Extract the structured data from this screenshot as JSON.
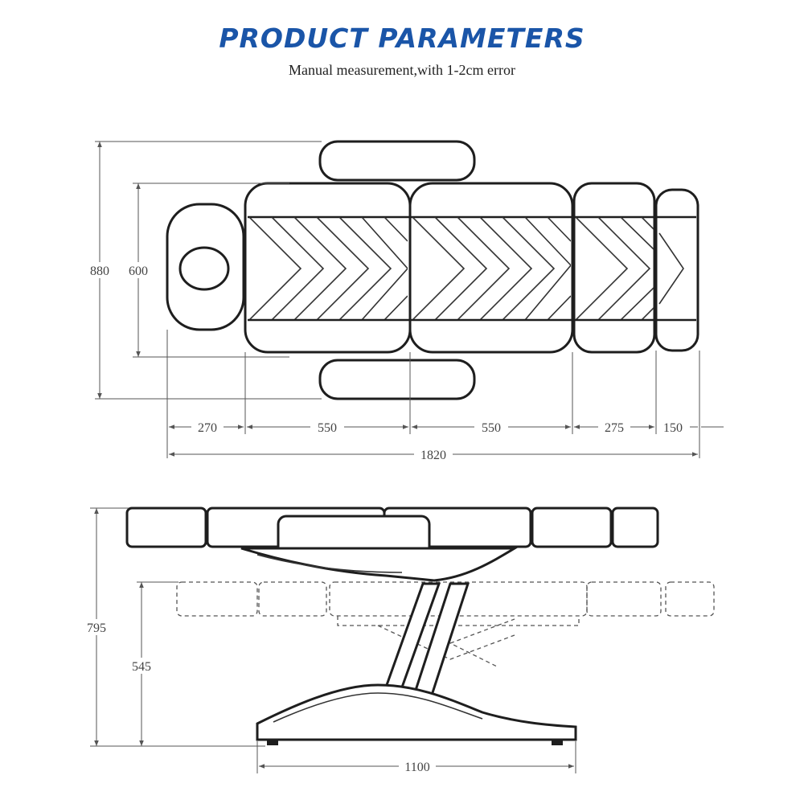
{
  "header": {
    "title": "PRODUCT  PARAMETERS",
    "subtitle": "Manual measurement,with 1-2cm error"
  },
  "top_view": {
    "height_total": "880",
    "height_inner": "600",
    "seg_head": "270",
    "seg_back": "550",
    "seg_seat": "550",
    "seg_leg": "275",
    "seg_foot": "150",
    "length_total": "1820"
  },
  "side_view": {
    "height_max": "795",
    "height_min": "545",
    "base_length": "1100"
  },
  "colors": {
    "title": "#1a55a8",
    "line": "#1e1e1e"
  }
}
